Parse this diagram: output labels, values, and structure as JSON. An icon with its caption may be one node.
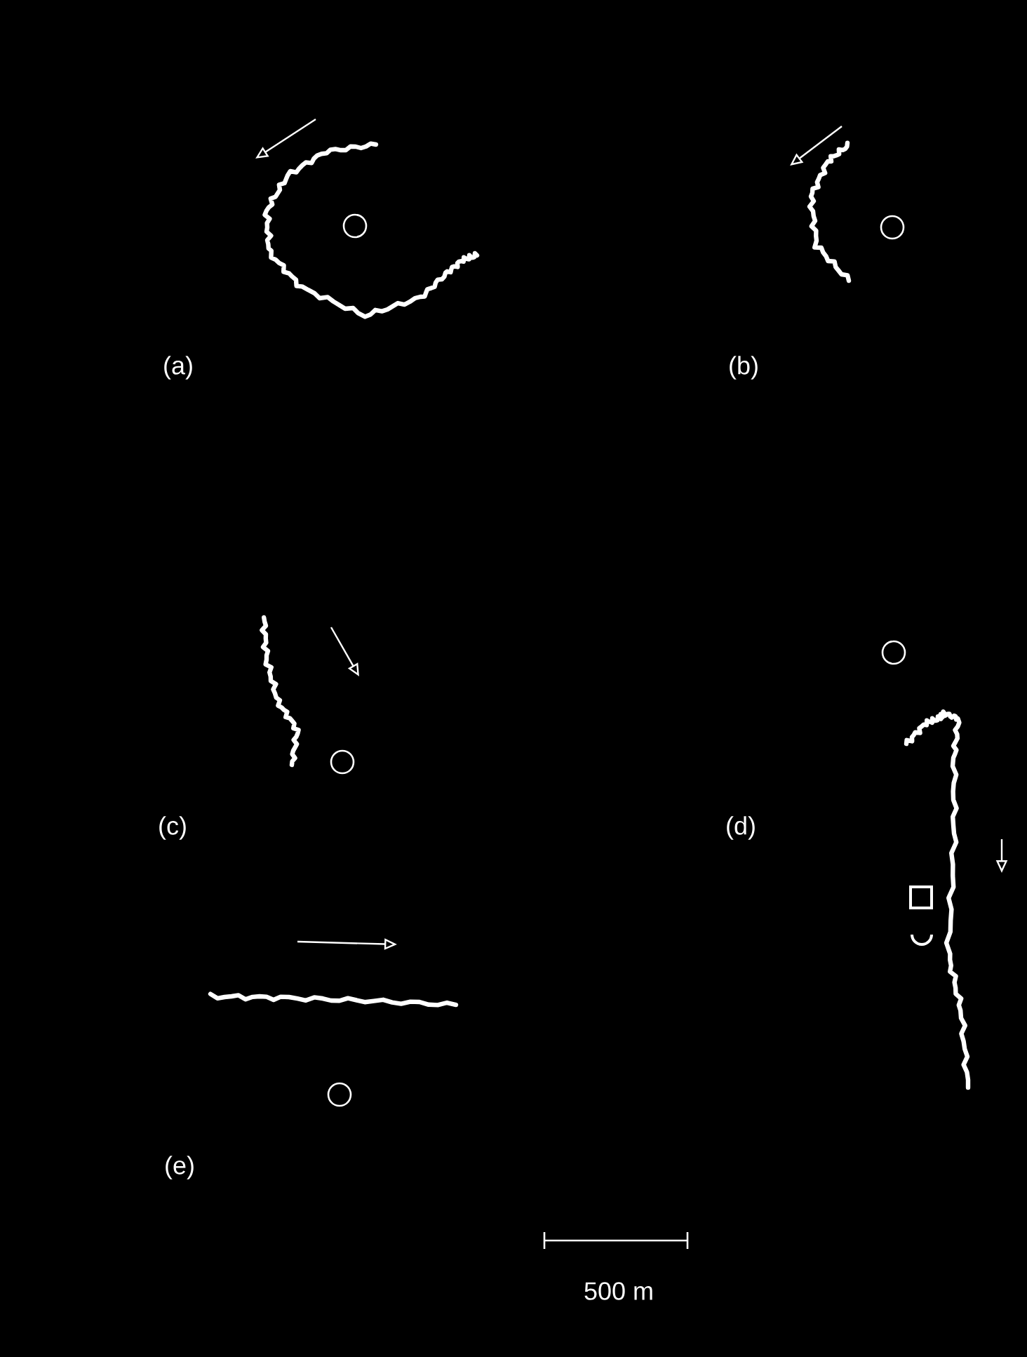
{
  "diagram": {
    "labels": [
      "(a)",
      "(b)",
      "(c)",
      "(d)",
      "(e)",
      "500 m"
    ]
  }
}
